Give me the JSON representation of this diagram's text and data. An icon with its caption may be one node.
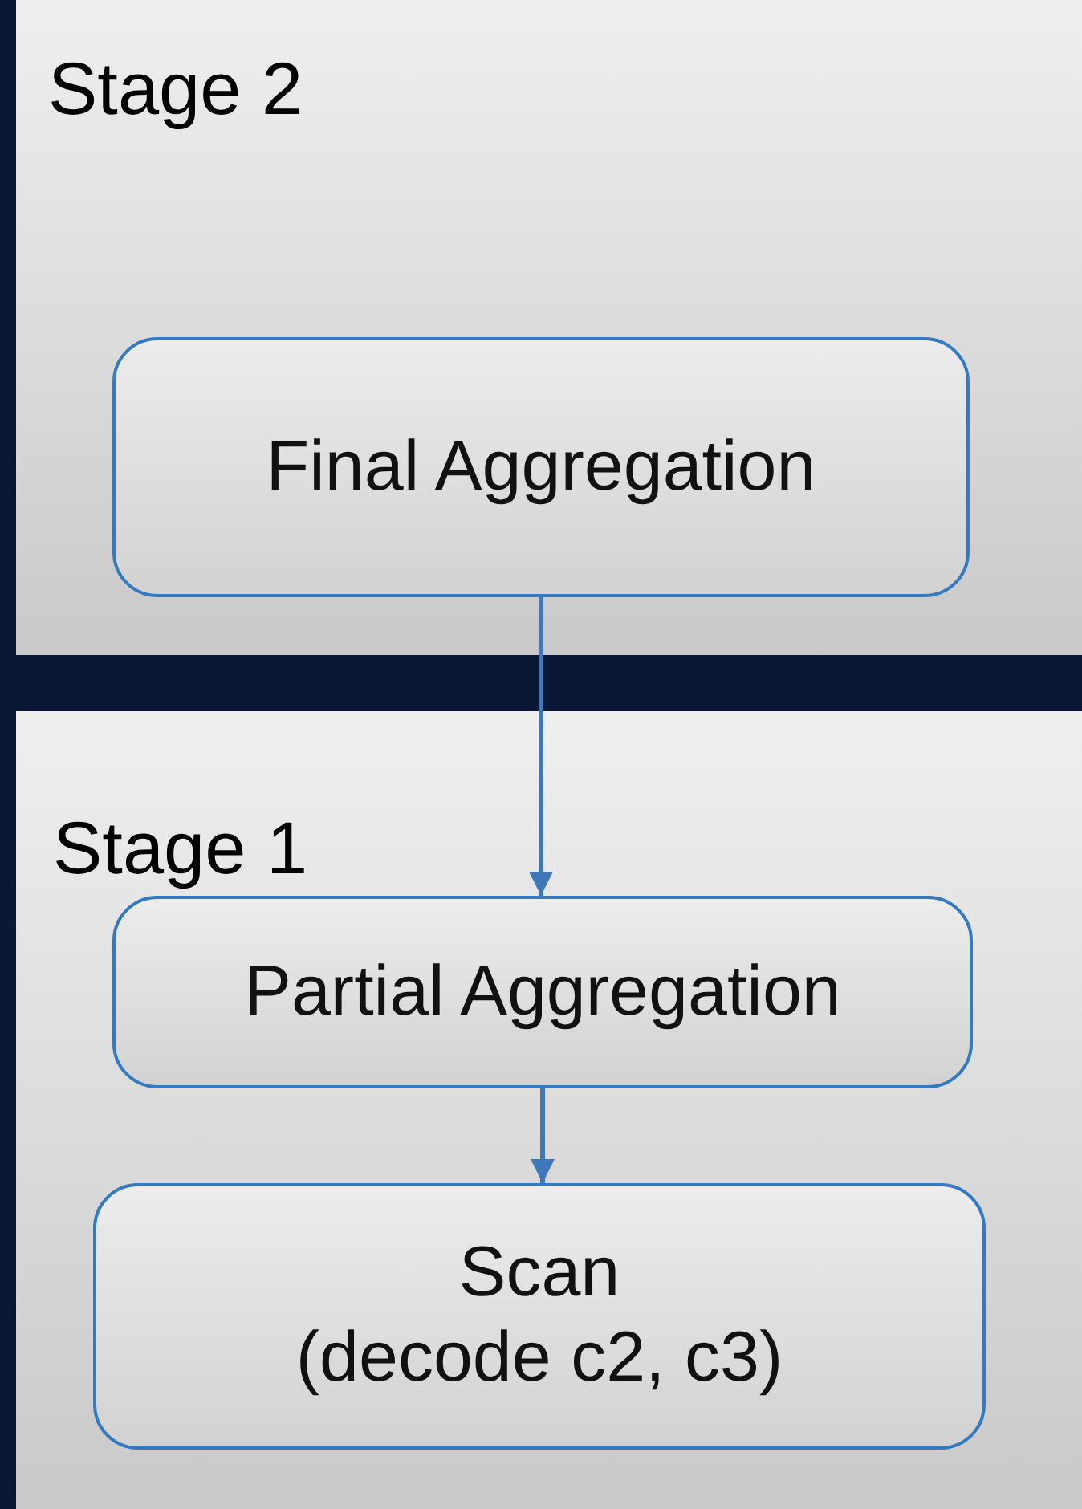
{
  "diagram": {
    "nodes": [
      {
        "text": [
          "Stage 2"
        ]
      },
      {
        "text": [
          "Final Aggregation"
        ],
        "in": 0
      },
      {
        "text": [
          "Stage 1"
        ]
      },
      {
        "text": [
          "Partial Aggregation"
        ],
        "in": 2
      },
      {
        "text": [
          "Scan",
          "(decode c2, c3)"
        ],
        "in": 2
      }
    ],
    "edges": [
      {
        "from": 1,
        "to": 3,
        "arrow": "to"
      },
      {
        "from": 3,
        "to": 4,
        "arrow": "to"
      }
    ]
  }
}
